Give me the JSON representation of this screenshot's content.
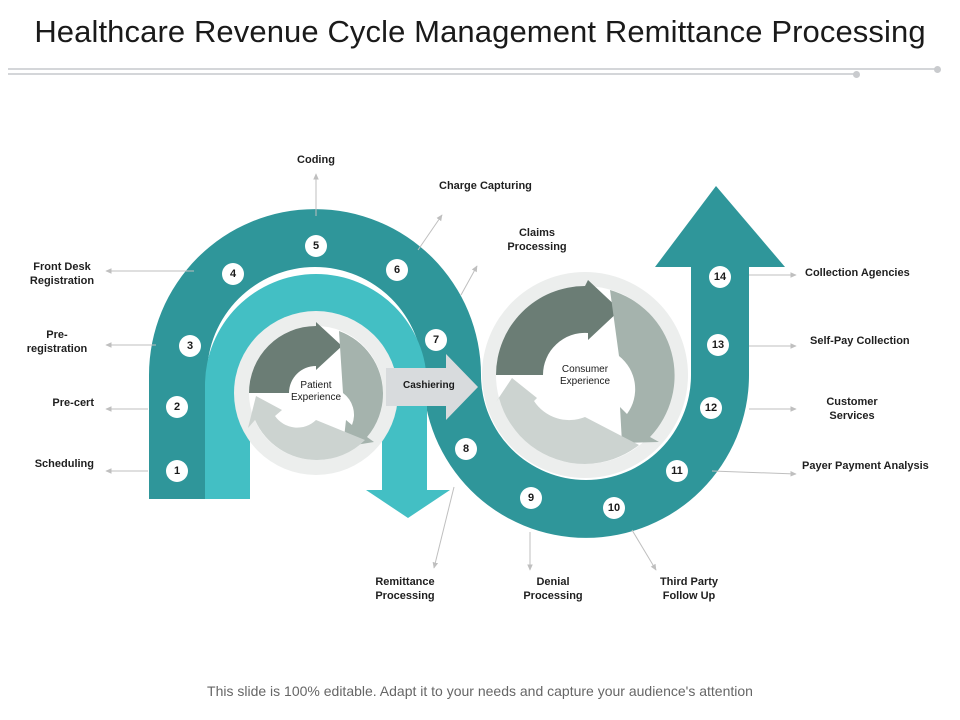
{
  "title": "Healthcare Revenue Cycle Management Remittance Processing",
  "footer": "This slide is 100% editable. Adapt it to your needs and capture your audience's attention",
  "colors": {
    "teal_dark": "#2f969a",
    "teal_light": "#43bfc4",
    "grey_arrow_dark": "#6b7d75",
    "grey_arrow_mid": "#a5b3ad",
    "grey_arrow_light": "#ccd3d0",
    "ring_bg": "#eceeed",
    "leader_line": "#bfbfbf"
  },
  "center_left": {
    "line1": "Patient",
    "line2": "Experience"
  },
  "center_right": {
    "line1": "Consumer",
    "line2": "Experience"
  },
  "cashiering": "Cashiering",
  "steps": [
    {
      "num": "1",
      "lines": [
        "Scheduling"
      ]
    },
    {
      "num": "2",
      "lines": [
        "Pre-cert"
      ]
    },
    {
      "num": "3",
      "lines": [
        "Pre-",
        "registration"
      ]
    },
    {
      "num": "4",
      "lines": [
        "Front Desk",
        "Registration"
      ]
    },
    {
      "num": "5",
      "lines": [
        "Coding"
      ]
    },
    {
      "num": "6",
      "lines": [
        "Charge Capturing"
      ]
    },
    {
      "num": "7",
      "lines": [
        "Claims",
        "Processing"
      ]
    },
    {
      "num": "8",
      "lines": [
        "Remittance",
        "Processing"
      ]
    },
    {
      "num": "9",
      "lines": [
        "Denial",
        "Processing"
      ]
    },
    {
      "num": "10",
      "lines": [
        "Third Party",
        "Follow Up"
      ]
    },
    {
      "num": "11",
      "lines": [
        "Payer Payment Analysis"
      ]
    },
    {
      "num": "12",
      "lines": [
        "Customer",
        "Services"
      ]
    },
    {
      "num": "13",
      "lines": [
        "Self-Pay Collection"
      ]
    },
    {
      "num": "14",
      "lines": [
        "Collection Agencies"
      ]
    }
  ]
}
